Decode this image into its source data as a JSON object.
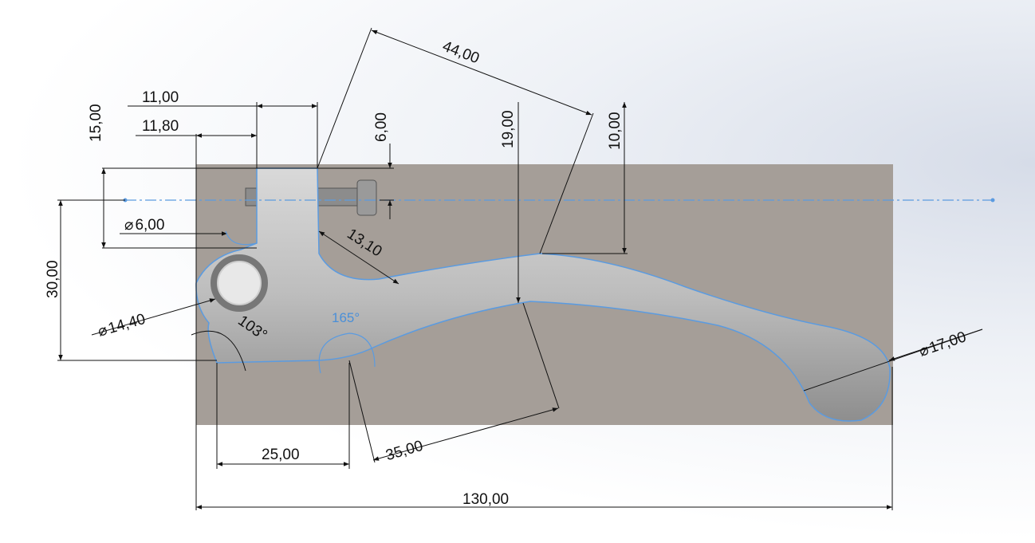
{
  "drawing": {
    "colors": {
      "background_photo": "#a59e98",
      "lever": "#c9c9c9",
      "sketch": "#5b9be0",
      "dimension": "#111111",
      "centerline": "#5b9be0"
    },
    "dimensions": {
      "d44": "44,00",
      "d15": "15,00",
      "d11": "11,00",
      "d11_8": "11,80",
      "d6": "6,00",
      "d19": "19,00",
      "d10": "10,00",
      "dia6": "6,00",
      "d13_1": "13,10",
      "d30": "30,00",
      "dia14_4": "14,40",
      "ang103": "103°",
      "ang165": "165°",
      "dia17": "17,00",
      "d25": "25,00",
      "d35": "35,00",
      "d130": "130,00"
    },
    "symbols": {
      "diameter": "⌀"
    }
  }
}
